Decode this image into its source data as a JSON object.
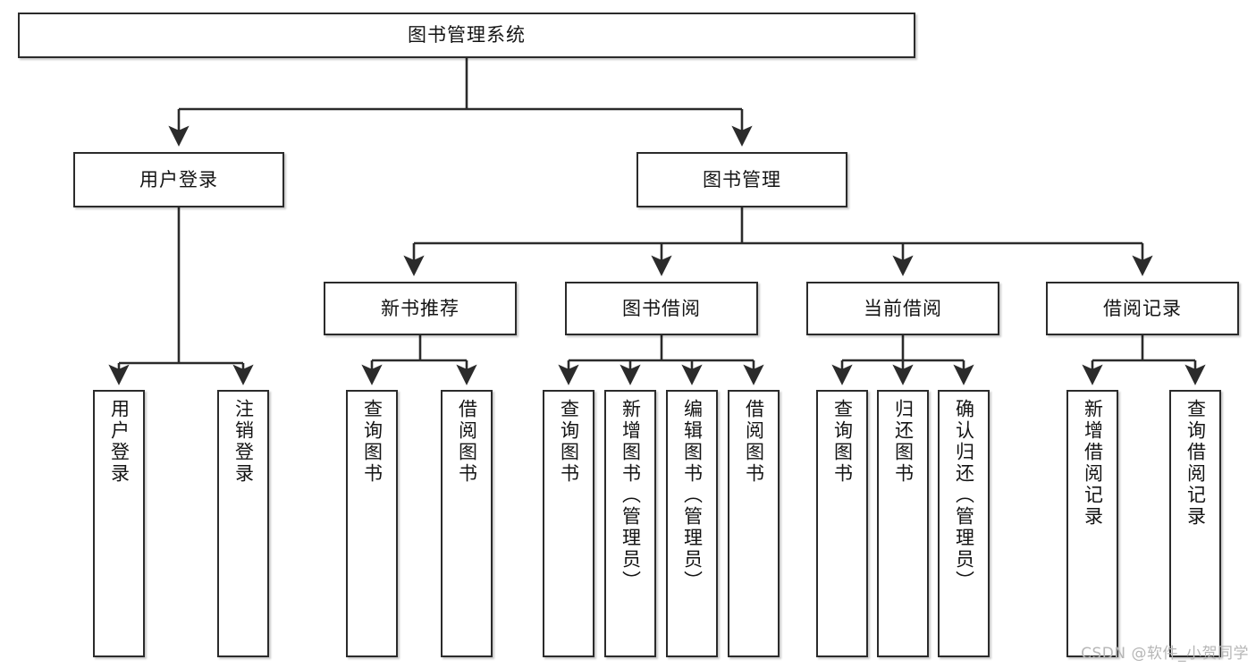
{
  "diagram": {
    "title": "图书管理系统",
    "type": "tree-hierarchy-chart",
    "watermark": "CSDN @软件_小贺同学",
    "colors": {
      "box_border": "#2b2b2b",
      "box_fill": "#ffffff",
      "edge": "#2b2b2b",
      "text": "#141414",
      "watermark": "#b6b6b6",
      "background": "#ffffff"
    },
    "nodes": {
      "root": {
        "label": "图书管理系统"
      },
      "level1": [
        {
          "id": "user-login",
          "label": "用户登录"
        },
        {
          "id": "book-manage",
          "label": "图书管理"
        }
      ],
      "level2": [
        {
          "id": "new-book-recommend",
          "label": "新书推荐"
        },
        {
          "id": "book-borrow",
          "label": "图书借阅"
        },
        {
          "id": "current-borrow",
          "label": "当前借阅"
        },
        {
          "id": "borrow-record",
          "label": "借阅记录"
        }
      ],
      "leaves": [
        {
          "id": "leaf-user-login",
          "label": "用户登录",
          "parent": "user-login"
        },
        {
          "id": "leaf-user-logout",
          "label": "注销登录",
          "parent": "user-login"
        },
        {
          "id": "leaf-query-book-1",
          "label": "查询图书",
          "parent": "new-book-recommend"
        },
        {
          "id": "leaf-borrow-book-1",
          "label": "借阅图书",
          "parent": "new-book-recommend"
        },
        {
          "id": "leaf-query-book-2",
          "label": "查询图书",
          "parent": "book-borrow"
        },
        {
          "id": "leaf-add-book",
          "label": "新增图书（管理员）",
          "parent": "book-borrow"
        },
        {
          "id": "leaf-edit-book",
          "label": "编辑图书（管理员）",
          "parent": "book-borrow"
        },
        {
          "id": "leaf-borrow-book-2",
          "label": "借阅图书",
          "parent": "book-borrow"
        },
        {
          "id": "leaf-query-book-3",
          "label": "查询图书",
          "parent": "current-borrow"
        },
        {
          "id": "leaf-return-book",
          "label": "归还图书",
          "parent": "current-borrow"
        },
        {
          "id": "leaf-confirm-return",
          "label": "确认归还（管理员）",
          "parent": "current-borrow"
        },
        {
          "id": "leaf-add-record",
          "label": "新增借阅记录",
          "parent": "borrow-record"
        },
        {
          "id": "leaf-query-record",
          "label": "查询借阅记录",
          "parent": "borrow-record"
        }
      ]
    }
  }
}
